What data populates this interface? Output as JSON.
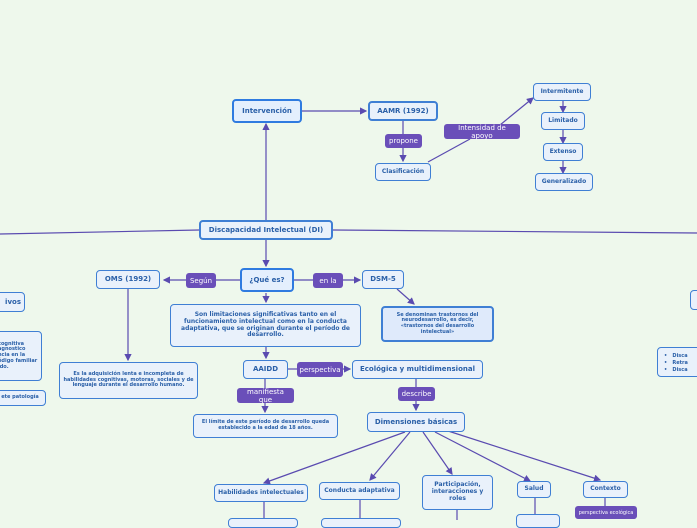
{
  "nodes": {
    "intervencion": "Intervención",
    "aamr": "AAMR (1992)",
    "clasificacion": "Clasificación",
    "intermitente": "Intermitente",
    "limitado": "Limitado",
    "extenso": "Extenso",
    "generalizado": "Generalizado",
    "di": "Discapacidad Intelectual (DI)",
    "que_es": "¿Qué es?",
    "oms": "OMS (1992)",
    "dsm": "DSM-5",
    "definicion": "Son limitaciones significativas tanto en el funcionamiento intelectual como en la conducta adaptativa, que se originan durante el período de desarrollo.",
    "dsm_desc": "Se denominan trastornos del neurodesarrollo, es decir, «trastornos del desarrollo intelectual»",
    "oms_desc": "Es la adquisición lenta e incompleta de habilidades cognitivas, motoras, sociales y de lenguaje durante el desarrollo humano.",
    "aaidd": "AAIDD",
    "ecologica": "Ecológica y multidimensional",
    "limite": "El límite de este período de desarrollo queda establecido a la edad de 18 años.",
    "dimensiones": "Dimensiones básicas",
    "habilidades": "Habilidades intelectuales",
    "conducta": "Conducta adaptativa",
    "participacion": "Participación, interacciones y roles",
    "salud": "Salud",
    "contexto": "Contexto",
    "left_partial_title": "ivos",
    "left_partial_text": "cognitiva agnostico ncia en la ódigo familiar ido.",
    "left_partial_small": "ete patología",
    "right_items": [
      "Disca",
      "Retra",
      "Disca"
    ]
  },
  "labels": {
    "propone": "propone",
    "intensidad": "Intensidad de apoyo",
    "segun": "Según",
    "en_la": "en la",
    "perspectiva": "perspectiva",
    "manifiesta": "manifiesta que",
    "describe": "describe",
    "perspectiva_ecologica": "perspectiva ecológica"
  }
}
